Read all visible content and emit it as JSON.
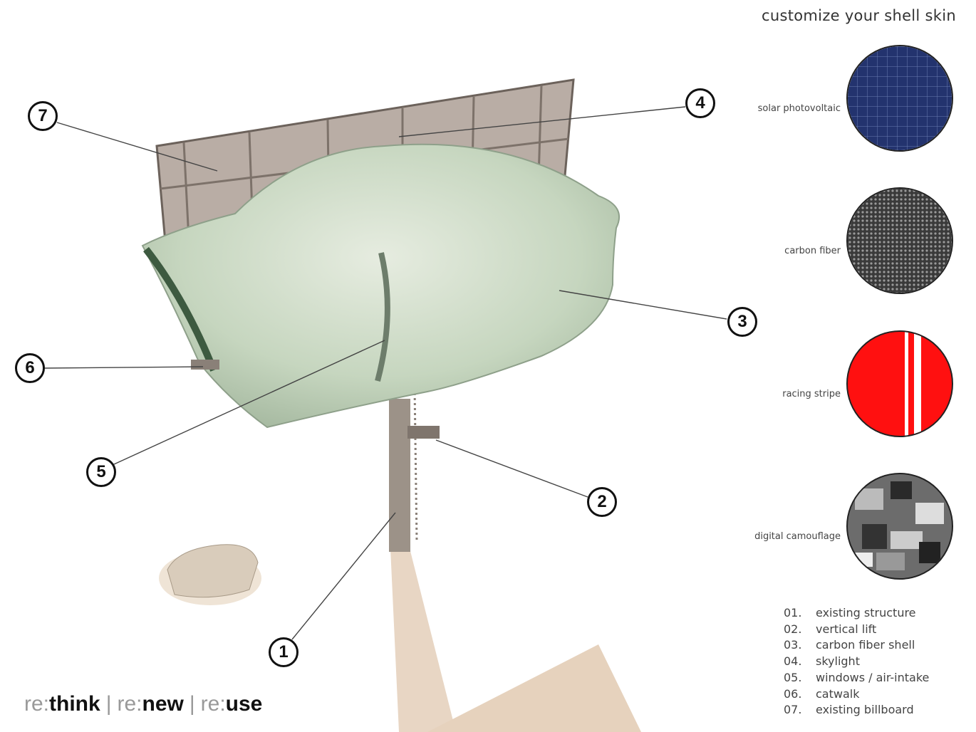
{
  "callouts": [
    "1",
    "2",
    "3",
    "4",
    "5",
    "6",
    "7"
  ],
  "skins": {
    "title": "customize your shell skin",
    "options": [
      {
        "label": "solar photovoltaic",
        "color": "#23336e"
      },
      {
        "label": "carbon fiber",
        "color": "#555555"
      },
      {
        "label": "racing stripe",
        "color": "#ff1010"
      },
      {
        "label": "digital camouflage",
        "color": "#777777"
      }
    ]
  },
  "legend": [
    {
      "num": "01.",
      "text": "existing structure"
    },
    {
      "num": "02.",
      "text": "vertical lift"
    },
    {
      "num": "03.",
      "text": "carbon fiber shell"
    },
    {
      "num": "04.",
      "text": "skylight"
    },
    {
      "num": "05.",
      "text": "windows / air-intake"
    },
    {
      "num": "06.",
      "text": "catwalk"
    },
    {
      "num": "07.",
      "text": "existing billboard"
    }
  ],
  "tagline": {
    "prefix": "re:",
    "words": [
      "think",
      "new",
      "use"
    ],
    "separator": "|"
  }
}
